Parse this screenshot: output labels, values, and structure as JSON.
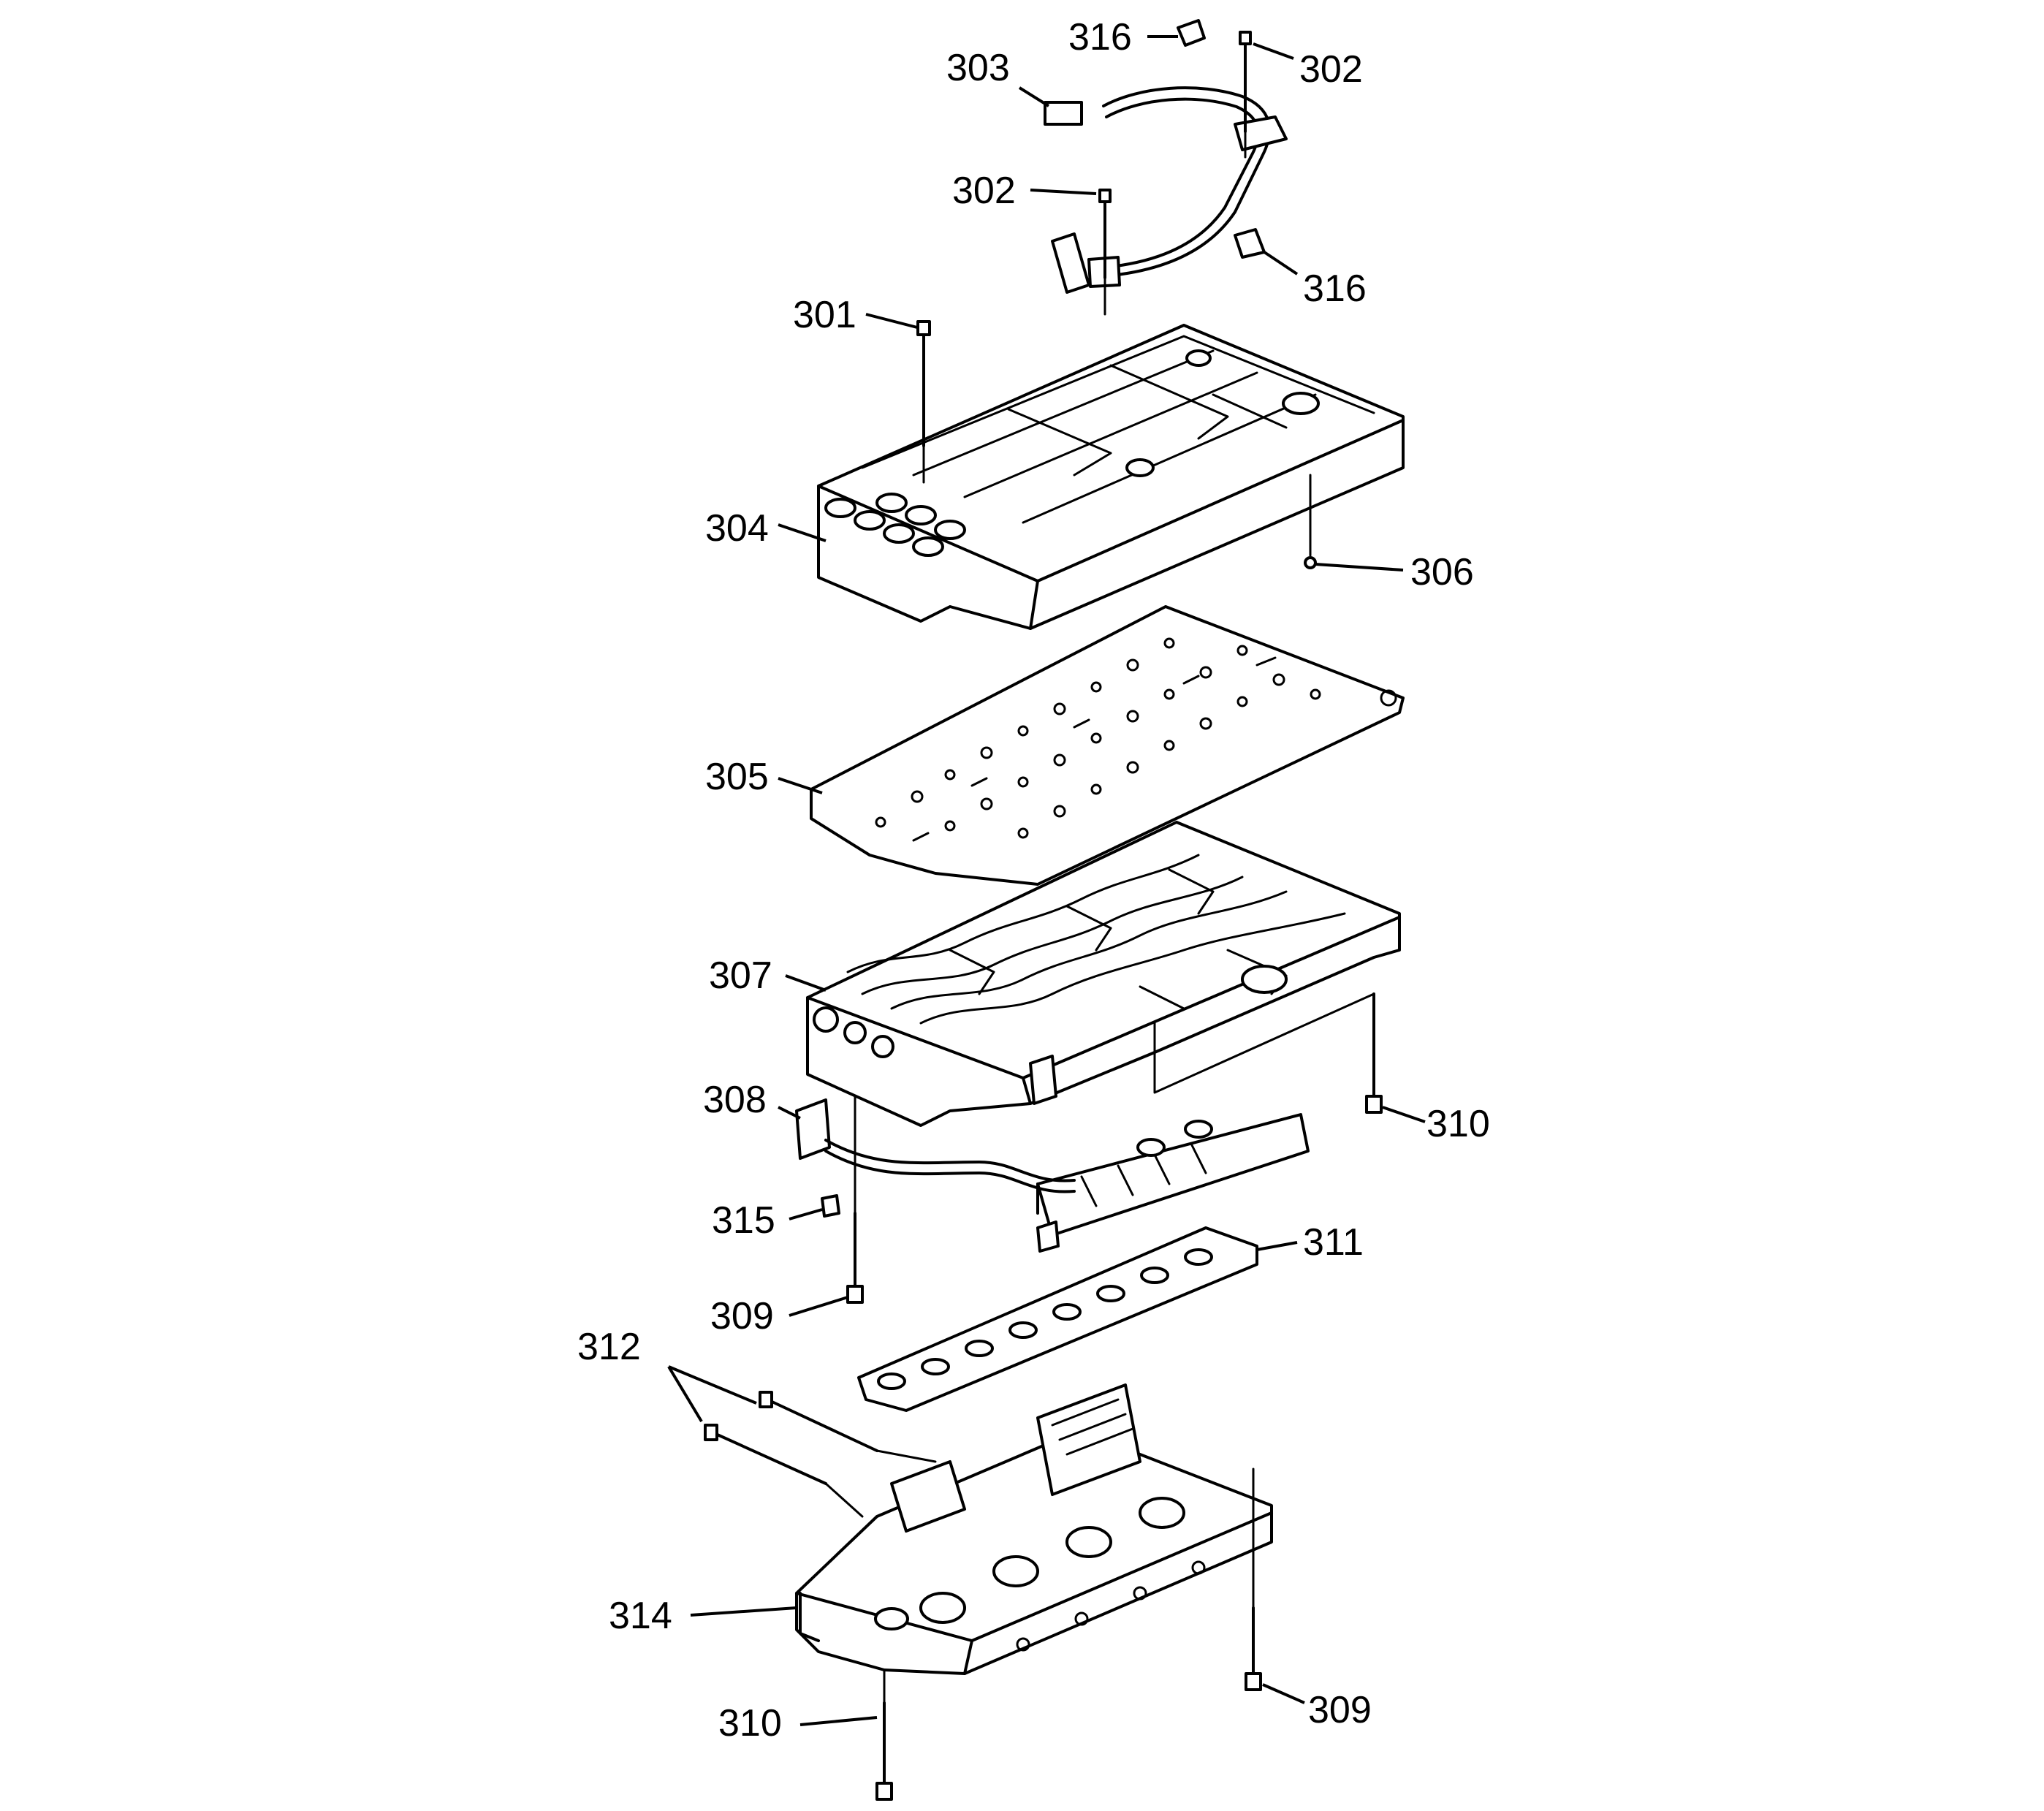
{
  "callouts": [
    {
      "id": "c316a",
      "label": "316"
    },
    {
      "id": "c302a",
      "label": "302"
    },
    {
      "id": "c303",
      "label": "303"
    },
    {
      "id": "c302b",
      "label": "302"
    },
    {
      "id": "c316b",
      "label": "316"
    },
    {
      "id": "c301",
      "label": "301"
    },
    {
      "id": "c304",
      "label": "304"
    },
    {
      "id": "c306",
      "label": "306"
    },
    {
      "id": "c305",
      "label": "305"
    },
    {
      "id": "c307",
      "label": "307"
    },
    {
      "id": "c308",
      "label": "308"
    },
    {
      "id": "c310a",
      "label": "310"
    },
    {
      "id": "c315",
      "label": "315"
    },
    {
      "id": "c311",
      "label": "311"
    },
    {
      "id": "c309a",
      "label": "309"
    },
    {
      "id": "c312",
      "label": "312"
    },
    {
      "id": "c314",
      "label": "314"
    },
    {
      "id": "c310b",
      "label": "310"
    },
    {
      "id": "c309b",
      "label": "309"
    }
  ]
}
